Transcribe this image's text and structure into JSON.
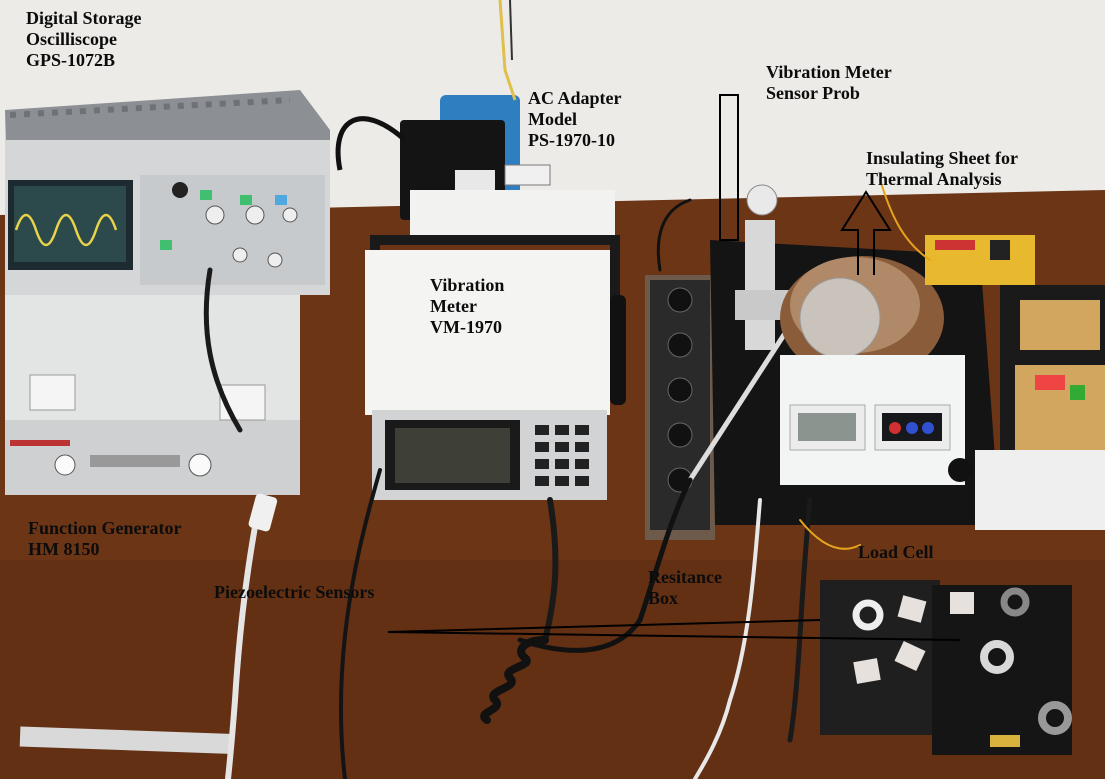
{
  "figure": {
    "labels": {
      "oscilloscope": [
        "Digital Storage",
        "Oscilliscope",
        "GPS-1072B"
      ],
      "ac_adapter": [
        "AC Adapter",
        "Model",
        "PS-1970-10"
      ],
      "vibration_probe": [
        "Vibration Meter",
        "Sensor Prob"
      ],
      "insulating_sheet": [
        "Insulating Sheet for",
        "Thermal Analysis"
      ],
      "vibration_meter": [
        "Vibration",
        "Meter",
        "VM-1970"
      ],
      "function_generator": [
        "Function Generator",
        "HM 8150"
      ],
      "piezo_sensors": [
        "Piezoelectric Sensors"
      ],
      "resistance_box": [
        "Resitance",
        "Box"
      ],
      "load_cell": [
        "Load Cell"
      ]
    }
  }
}
